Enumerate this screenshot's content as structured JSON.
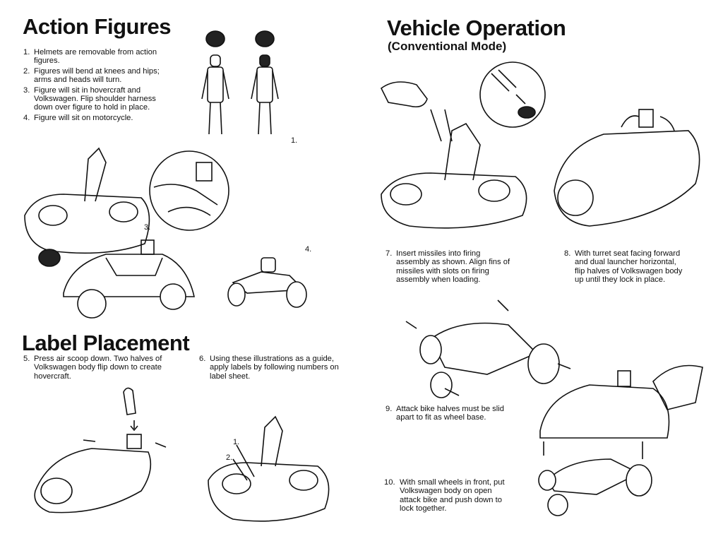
{
  "left_page": {
    "action_figures": {
      "title": "Action Figures",
      "items": [
        {
          "num": "1.",
          "text": "Helmets are removable from action figures."
        },
        {
          "num": "2.",
          "text": "Figures will bend at knees and hips; arms and heads will turn."
        },
        {
          "num": "3.",
          "text": "Figure will sit in hovercraft and Volkswagen. Flip shoulder harness down over figure to hold in place."
        },
        {
          "num": "4.",
          "text": "Figure will sit on motorcycle."
        }
      ],
      "figure_labels": {
        "figures": "1.",
        "hovercraft": "3.",
        "motorcycle": "4."
      }
    },
    "label_placement": {
      "title": "Label Placement",
      "step5": {
        "num": "5.",
        "text": "Press air scoop down. Two halves of Volkswagen body flip down to create hovercraft."
      },
      "step6": {
        "num": "6.",
        "text": "Using these illustrations as a guide, apply labels by following numbers on label sheet."
      },
      "callouts": {
        "one": "1.",
        "two": "2."
      }
    }
  },
  "right_page": {
    "title": "Vehicle Operation",
    "subtitle": "(Conventional Mode)",
    "step7": {
      "num": "7.",
      "text": "Insert missiles into firing assembly as shown. Align fins of missiles with slots on firing assembly when loading."
    },
    "step8": {
      "num": "8.",
      "text": "With turret seat facing forward and dual launcher horizontal, flip halves of Volkswagen body up until they lock in place."
    },
    "step9": {
      "num": "9.",
      "text": "Attack bike halves must be slid apart to fit as wheel base."
    },
    "step10": {
      "num": "10.",
      "text": "With small wheels in front, put Volkswagen body on open attack bike and push down to lock together."
    }
  }
}
